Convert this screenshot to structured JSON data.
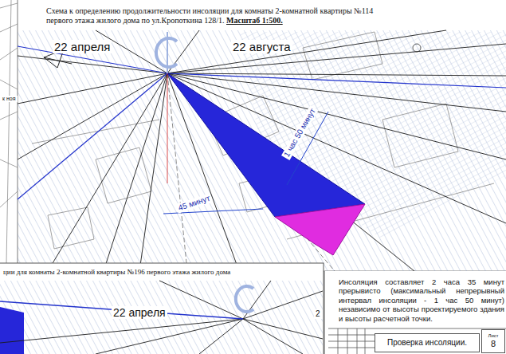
{
  "diagram": {
    "title": "Схема к определению продолжительности инсоляции для комнаты 2-комнатной квартиры №114 первого этажа жилого дома по ул.Кропоткина 128/1.",
    "nodes": [
      {
        "text": [
          "Инсоляция составляет 2 часа 35 минут прерывисто (максимальный непрерывный интервал инсоляции - 1 час 50 минут) независимо от высоты проектируемого здания и высоты расчетной точки."
        ]
      },
      {
        "text": [
          "Проверка инсоляции."
        ]
      },
      {
        "text": [
          "Лист",
          "8"
        ]
      }
    ],
    "labels": [
      "Масштаб 1:500.",
      "22 апреля",
      "22 августа",
      "45 минут",
      "1 час 50 минут",
      "ции для комнаты 2-комнатной квартиры №196 первого этажа жилого дома",
      "22 апреля",
      "2",
      "к ноя"
    ]
  }
}
